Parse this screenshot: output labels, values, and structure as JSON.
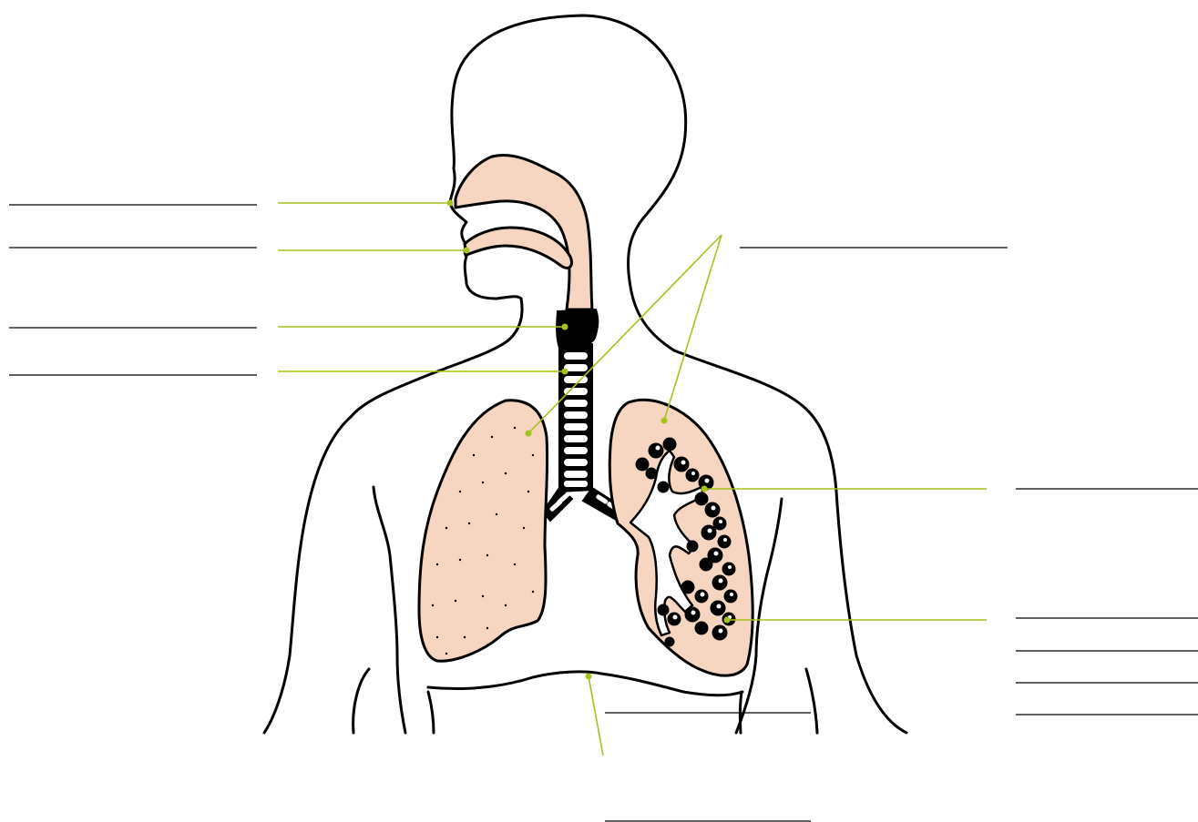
{
  "colors": {
    "tissue": "#f6d6c0",
    "leader_line": "#a3c41c",
    "outline": "#000000",
    "background": "#ffffff"
  },
  "labels": [
    {
      "id": "nose-label",
      "text": ""
    },
    {
      "id": "mouth-label",
      "text": ""
    },
    {
      "id": "larynx-label",
      "text": ""
    },
    {
      "id": "trachea-label",
      "text": ""
    },
    {
      "id": "lungs-label",
      "text": ""
    },
    {
      "id": "bronchi-label",
      "text": ""
    },
    {
      "id": "alveoli-label",
      "text": ""
    },
    {
      "id": "diaphragm-label",
      "text": ""
    }
  ]
}
